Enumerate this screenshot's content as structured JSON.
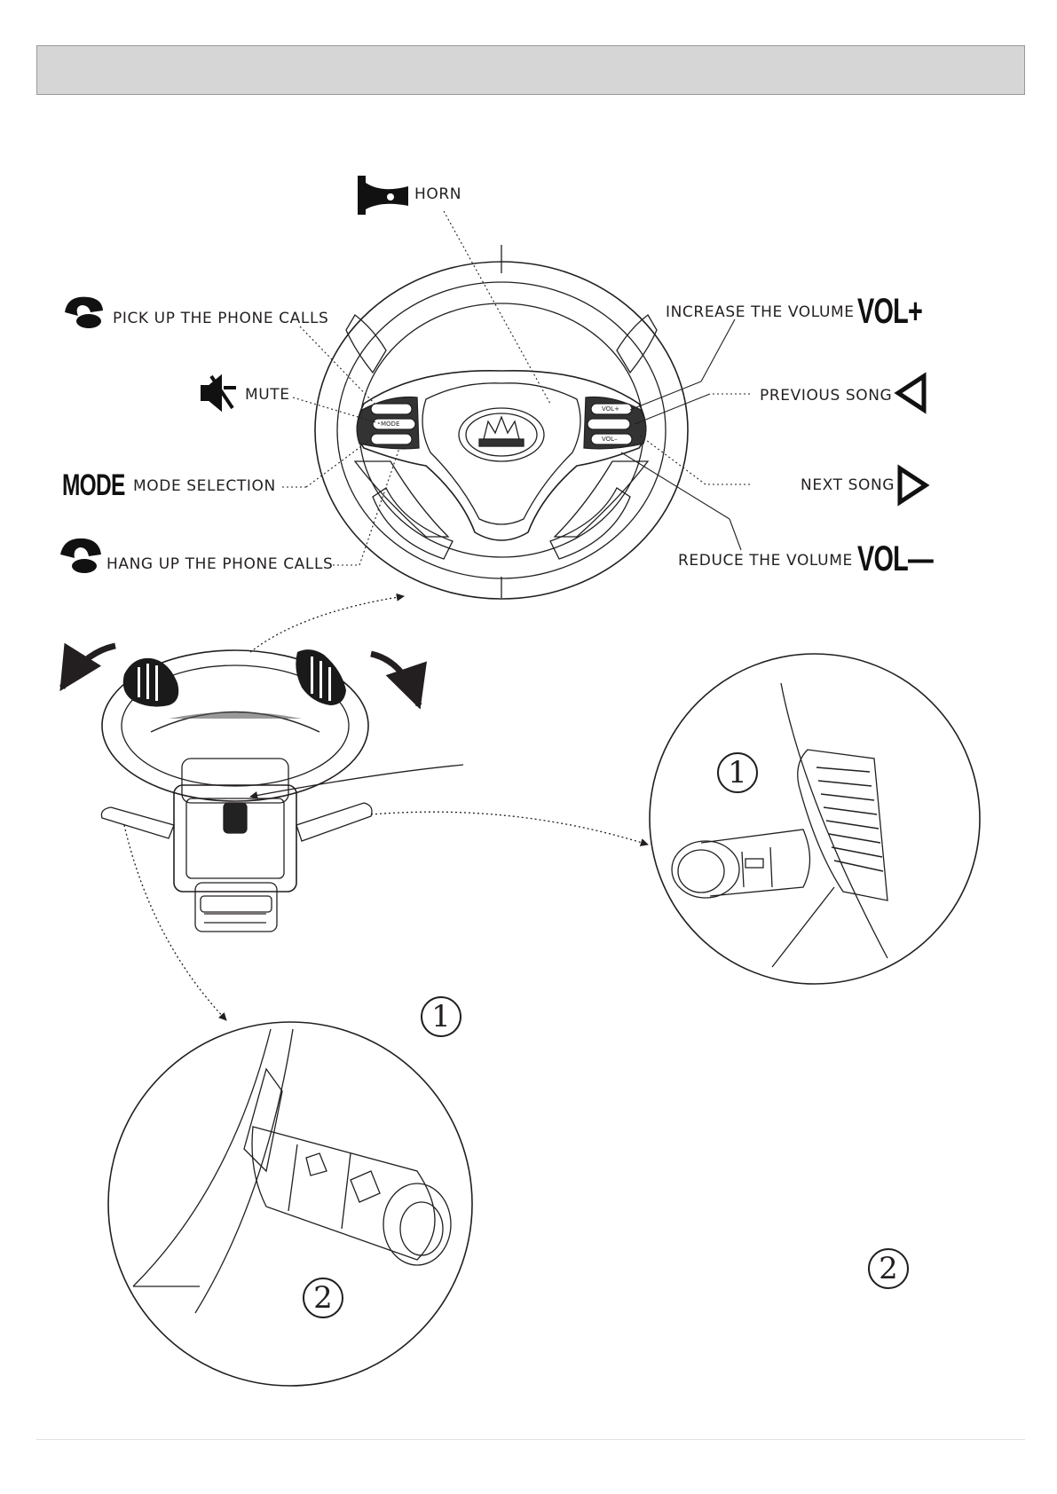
{
  "labels": {
    "horn": "HORN",
    "pick_up": "PICK UP THE PHONE CALLS",
    "mute": "MUTE",
    "mode_icon": "MODE",
    "mode_selection": "MODE SELECTION",
    "hang_up": "HANG UP THE PHONE CALLS",
    "increase_volume": "INCREASE THE VOLUME",
    "vol_plus": "VOL+",
    "previous_song": "PREVIOUS SONG",
    "next_song": "NEXT SONG",
    "reduce_volume": "REDUCE  THE VOLUME",
    "vol_minus": "VOL—"
  },
  "wheel_buttons": {
    "mode": "MODE",
    "vol_plus": "VOL+",
    "vol_minus": "VOL–"
  },
  "markers": {
    "step1": "1",
    "step2": "2"
  },
  "icons": [
    "horn-icon",
    "phone-pickup-icon",
    "mute-icon",
    "phone-hangup-icon",
    "previous-triangle-icon",
    "next-triangle-icon",
    "rotate-left-arrow-icon",
    "rotate-right-arrow-icon",
    "hand-icon"
  ],
  "colors": {
    "header_bar": "#d6d6d6",
    "ink": "#231f20"
  }
}
